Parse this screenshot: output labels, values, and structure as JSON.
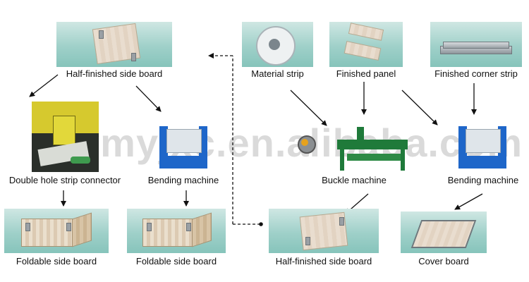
{
  "diagram": {
    "watermark": "vmyjxc.en.alibaba.com",
    "nodes": {
      "half_finished_top": {
        "label": "Half-finished side board"
      },
      "material_strip": {
        "label": "Material strip"
      },
      "finished_panel": {
        "label": "Finished panel"
      },
      "finished_corner_strip": {
        "label": "Finished corner strip"
      },
      "double_hole": {
        "label": "Double hole strip connector"
      },
      "bending_left": {
        "label": "Bending machine"
      },
      "buckle_machine": {
        "label": "Buckle machine"
      },
      "bending_right": {
        "label": "Bending machine"
      },
      "foldable_1": {
        "label": "Foldable side board"
      },
      "foldable_2": {
        "label": "Foldable side board"
      },
      "half_finished_bottom": {
        "label": "Half-finished side board"
      },
      "cover_board": {
        "label": "Cover board"
      }
    }
  }
}
